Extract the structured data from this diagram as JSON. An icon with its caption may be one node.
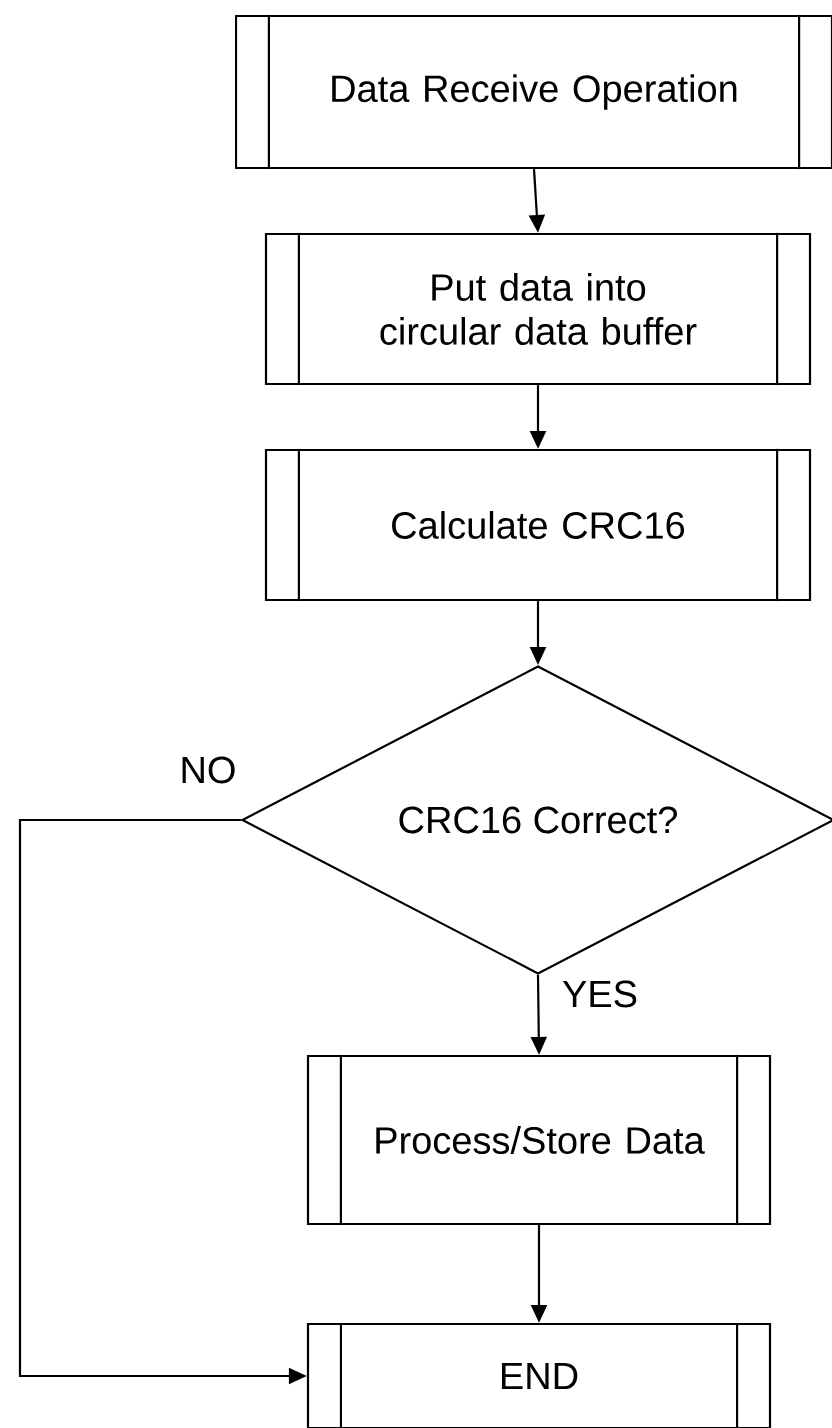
{
  "diagram": {
    "nodes": [
      {
        "text": [
          "Data Receive Operation"
        ]
      },
      {
        "text": [
          "Put data into circular data buffer"
        ]
      },
      {
        "text": [
          "Calculate CRC16"
        ]
      },
      {
        "text": [
          "CRC16 Correct?"
        ]
      },
      {
        "text": [
          "Process/Store Data"
        ]
      },
      {
        "text": [
          "END"
        ]
      }
    ],
    "edges": [
      {
        "from": 0,
        "to": 1,
        "arrow": "to"
      },
      {
        "from": 1,
        "to": 2,
        "arrow": "to"
      },
      {
        "from": 2,
        "to": 3,
        "arrow": "to"
      },
      {
        "from": 3,
        "to": 4,
        "arrow": "to",
        "label": "YES"
      },
      {
        "from": 4,
        "to": 5,
        "arrow": "to"
      },
      {
        "from": 3,
        "to": 5,
        "arrow": "to",
        "label": "NO"
      }
    ]
  }
}
